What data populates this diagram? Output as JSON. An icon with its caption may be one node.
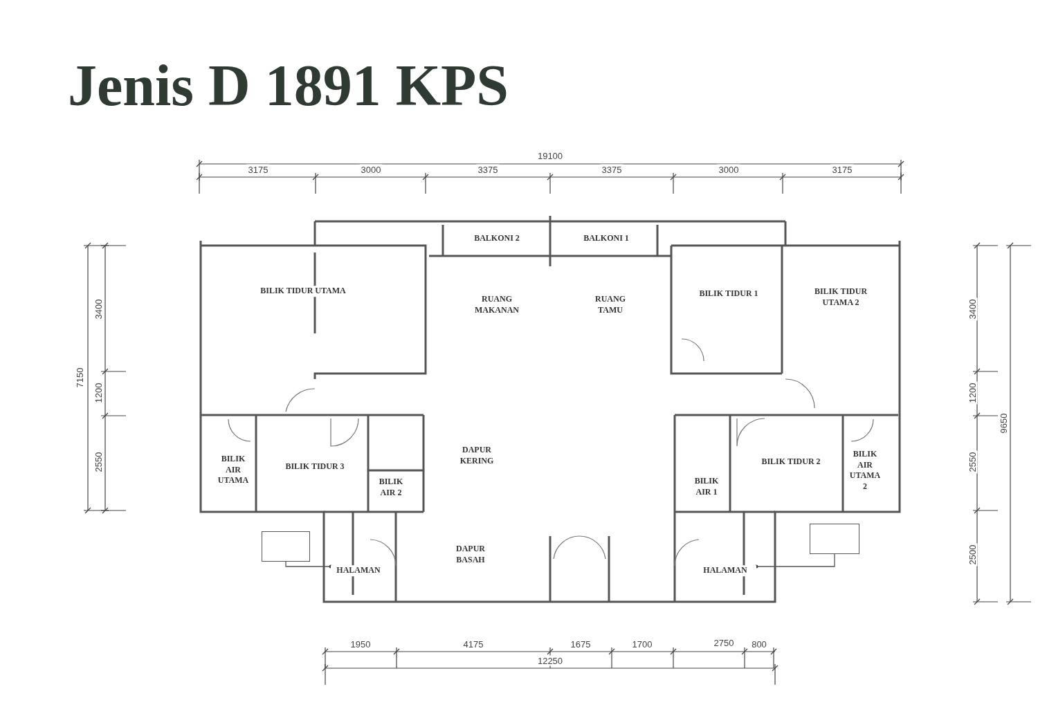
{
  "diagram": {
    "title": "Jenis D 1891 KPS",
    "nodes": [
      {
        "text": [
          "BALKONI 2"
        ]
      },
      {
        "text": [
          "BALKONI 1"
        ]
      },
      {
        "text": [
          "BILIK TIDUR UTAMA"
        ]
      },
      {
        "text": [
          "RUANG MAKANAN"
        ]
      },
      {
        "text": [
          "RUANG TAMU"
        ]
      },
      {
        "text": [
          "BILIK TIDUR 1"
        ]
      },
      {
        "text": [
          "BILIK TIDUR UTAMA 2"
        ]
      },
      {
        "text": [
          "BILIK AIR UTAMA"
        ]
      },
      {
        "text": [
          "BILIK TIDUR 3"
        ]
      },
      {
        "text": [
          "BILIK AIR 2"
        ]
      },
      {
        "text": [
          "DAPUR KERING"
        ]
      },
      {
        "text": [
          "BILIK AIR 1"
        ]
      },
      {
        "text": [
          "BILIK TIDUR 2"
        ]
      },
      {
        "text": [
          "BILIK AIR UTAMA 2"
        ]
      },
      {
        "text": [],
        "shape": "box"
      },
      {
        "text": [],
        "shape": "box"
      },
      {
        "text": [
          "HALAMAN"
        ]
      },
      {
        "text": [
          "DAPUR BASAH"
        ]
      },
      {
        "text": [
          "HALAMAN"
        ]
      }
    ],
    "edges": [
      {
        "from": 14,
        "to": 16,
        "arrow": "other"
      },
      {
        "from": 15,
        "to": 18,
        "arrow": "other"
      }
    ],
    "labels": [
      "19100",
      "3175",
      "3000",
      "3375",
      "3375",
      "3000",
      "3175",
      "3400",
      "3400",
      "7150",
      "1200",
      "1200",
      "9650",
      "2550",
      "2550",
      "2500",
      "1950",
      "4175",
      "1675",
      "1700",
      "2750",
      "800",
      "12250"
    ]
  }
}
